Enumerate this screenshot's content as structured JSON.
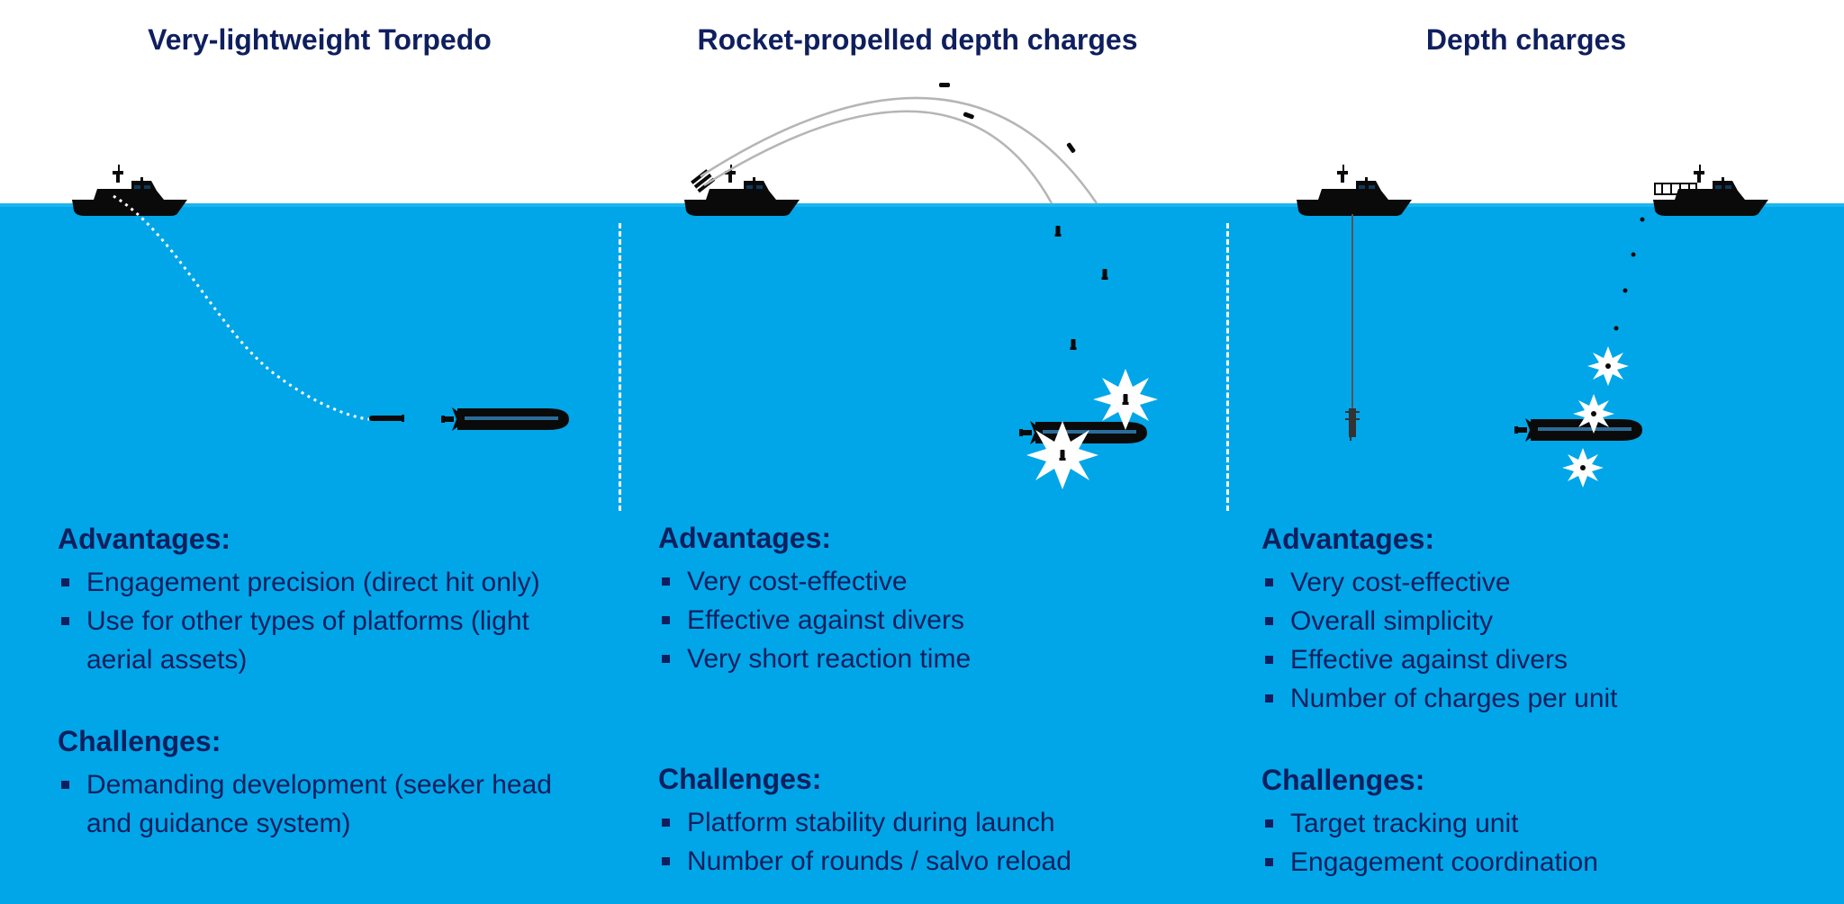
{
  "columns": [
    {
      "title": "Very-lightweight Torpedo",
      "advantages_label": "Advantages:",
      "advantages": [
        "Engagement precision (direct hit only)",
        "Use for other types of platforms (light aerial assets)"
      ],
      "challenges_label": "Challenges:",
      "challenges": [
        "Demanding development (seeker head and guidance system)"
      ]
    },
    {
      "title": "Rocket-propelled depth charges",
      "advantages_label": "Advantages:",
      "advantages": [
        "Very cost-effective",
        "Effective against divers",
        "Very short reaction time"
      ],
      "challenges_label": "Challenges:",
      "challenges": [
        "Platform stability during launch",
        "Number of rounds / salvo reload"
      ]
    },
    {
      "title": "Depth charges",
      "advantages_label": "Advantages:",
      "advantages": [
        "Very cost-effective",
        "Overall simplicity",
        "Effective against divers",
        "Number of charges per unit"
      ],
      "challenges_label": "Challenges:",
      "challenges": [
        "Target tracking unit",
        "Engagement coordination"
      ]
    }
  ],
  "icons": {
    "boat": "boat-icon",
    "submarine": "submarine-icon",
    "torpedo": "torpedo-icon",
    "depth_charge": "depth-charge-icon",
    "explosion": "explosion-icon",
    "rocket_launcher": "rocket-launcher-icon",
    "charge_rack": "charge-rack-icon"
  },
  "colors": {
    "sea": "#00a6e8",
    "text": "#0f1f5e",
    "silhouette": "#0a0a0a",
    "stripe": "#2b6d9a"
  }
}
